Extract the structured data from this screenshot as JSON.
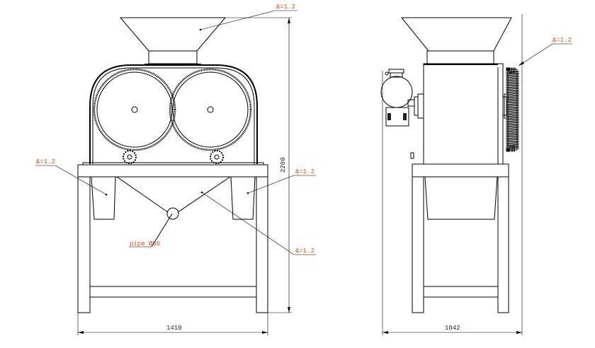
{
  "title": "Double roller crusher – front and side views",
  "annotations": {
    "hopper_thickness": "&=1.2",
    "left_bin_thickness": "&=1.2",
    "right_bin_thickness": "&=1.2",
    "chute_thickness": "&=1.2",
    "gear_guard_thickness": "&=1.2",
    "pipe": "pipe Ø50"
  },
  "dimensions": {
    "height": "2200",
    "front_width": "1410",
    "side_width": "1042"
  },
  "colors": {
    "line": "#000000",
    "label": "#d44a1a"
  }
}
